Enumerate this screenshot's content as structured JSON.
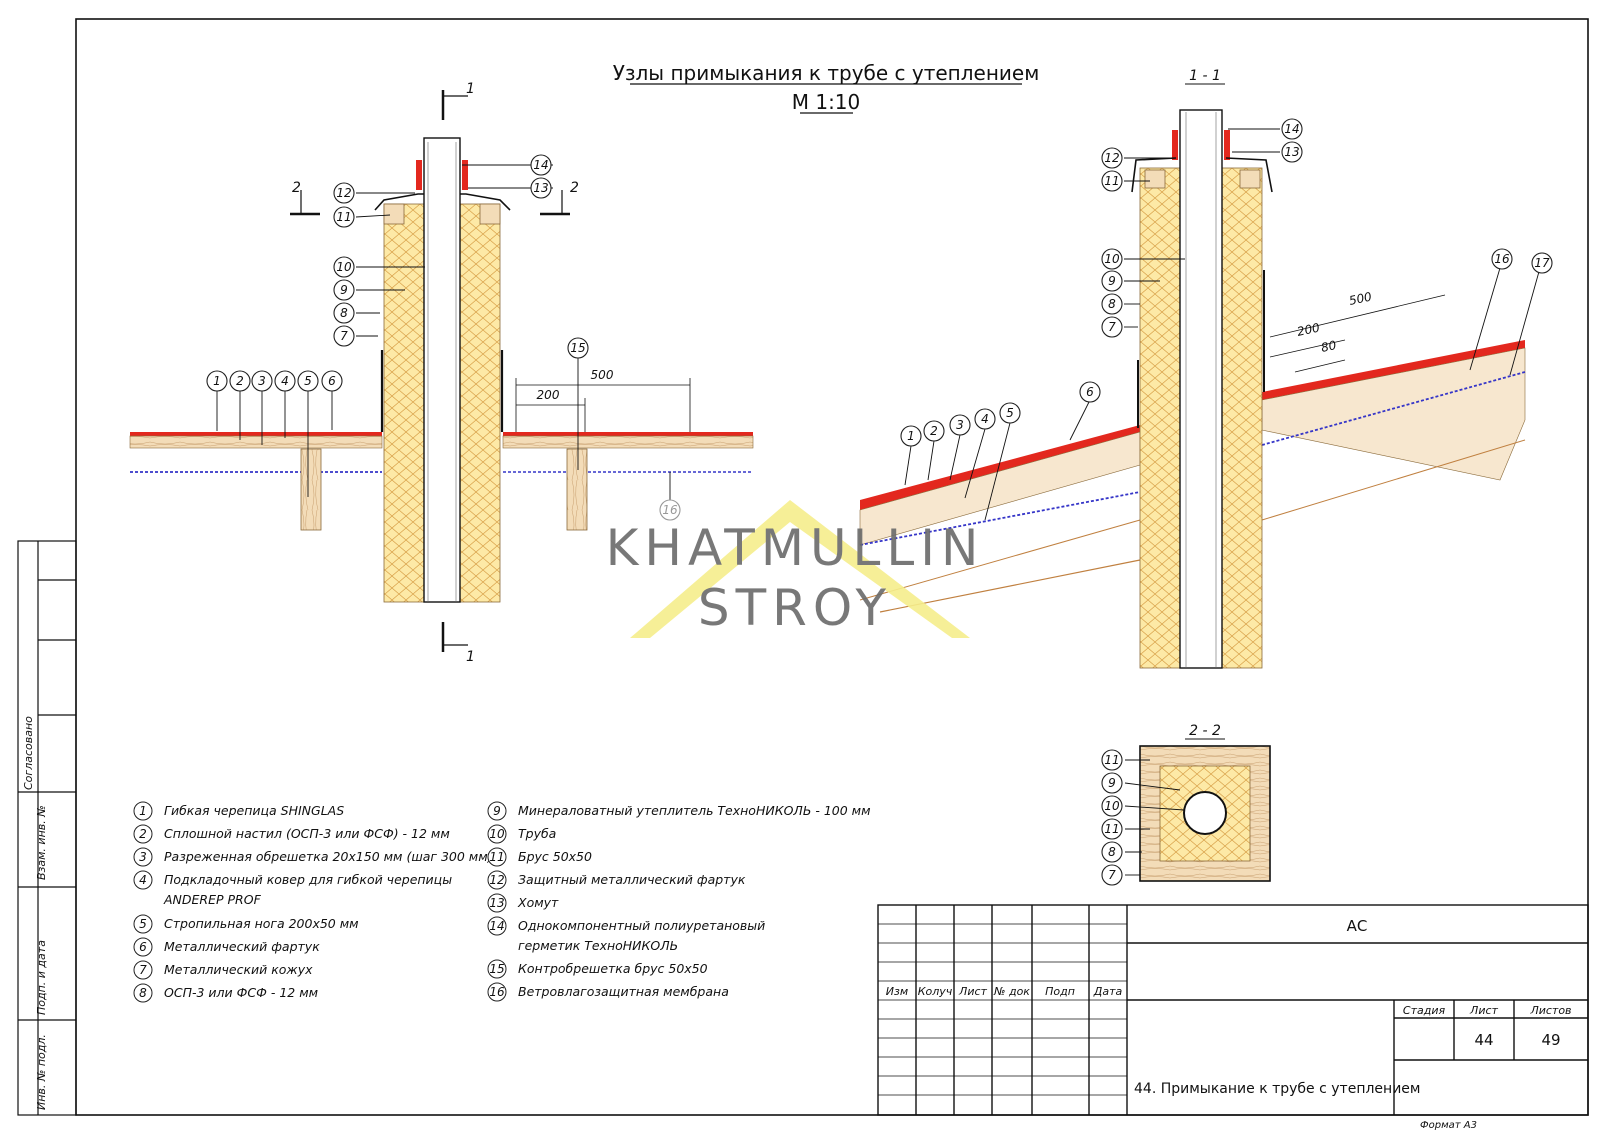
{
  "title": "Узлы примыкания к трубе с утеплением",
  "scale": "М 1:10",
  "section_labels": {
    "s1_top": "1",
    "s1_bottom": "1",
    "s2_left": "2",
    "s2_right": "2",
    "view11": "1 - 1",
    "view22": "2 - 2"
  },
  "dims": {
    "left_200": "200",
    "left_500": "500",
    "right_500": "500",
    "right_200": "200",
    "right_80": "80"
  },
  "callouts": {
    "n1": "1",
    "n2": "2",
    "n3": "3",
    "n4": "4",
    "n5": "5",
    "n6": "6",
    "n7": "7",
    "n8": "8",
    "n9": "9",
    "n10": "10",
    "n11": "11",
    "n12": "12",
    "n13": "13",
    "n14": "14",
    "n15": "15",
    "n16": "16",
    "n17": "17"
  },
  "legend": [
    {
      "num": "1",
      "text": "Гибкая черепица SHINGLAS"
    },
    {
      "num": "2",
      "text": "Сплошной настил (ОСП-3 или ФСФ) - 12 мм"
    },
    {
      "num": "3",
      "text": "Разреженная обрешетка 20х150 мм (шаг 300 мм)"
    },
    {
      "num": "4",
      "text": "Подкладочный ковер для гибкой черепицы"
    },
    {
      "num": "",
      "text": "ANDEREP PROF"
    },
    {
      "num": "5",
      "text": "Стропильная нога 200х50 мм"
    },
    {
      "num": "6",
      "text": "Металлический фартук"
    },
    {
      "num": "7",
      "text": "Металлический кожух"
    },
    {
      "num": "8",
      "text": "ОСП-3 или ФСФ - 12 мм"
    },
    {
      "num": "9",
      "text": "Минераловатный утеплитель ТехноНИКОЛЬ - 100 мм"
    },
    {
      "num": "10",
      "text": "Труба"
    },
    {
      "num": "11",
      "text": "Брус 50х50"
    },
    {
      "num": "12",
      "text": "Защитный металлический фартук"
    },
    {
      "num": "13",
      "text": "Хомут"
    },
    {
      "num": "14",
      "text": "Однокомпонентный полиуретановый"
    },
    {
      "num": "",
      "text": "герметик ТехноНИКОЛЬ"
    },
    {
      "num": "15",
      "text": "Контробрешетка брус 50х50"
    },
    {
      "num": "16",
      "text": "Ветровлагозащитная мембрана"
    }
  ],
  "watermark": {
    "line1": "KHATMULLIN",
    "line2": "STROY"
  },
  "side_stamp": {
    "agreed": "Согласовано",
    "vzam": "Взам. инв. №",
    "podp": "Подп. и дата",
    "inv": "Инв. № подл."
  },
  "stamp": {
    "headers": [
      "Изм",
      "Колуч",
      "Лист",
      "№ док",
      "Подп",
      "Дата"
    ],
    "code": "АС",
    "stage_label": "Стадия",
    "sheet_label": "Лист",
    "sheets_label": "Листов",
    "sheet_value": "44",
    "sheets_value": "49",
    "sheet_title": "44. Примыкание к трубе с утеплением",
    "format": "Формат А3"
  },
  "colors": {
    "insulation": "#fde9a6",
    "wood": "#f3dcb8",
    "shingle": "#e3281e",
    "membrane": "#3535c8",
    "watermark_roof": "#f6ee8c",
    "watermark_text": "#6a6a6a"
  }
}
